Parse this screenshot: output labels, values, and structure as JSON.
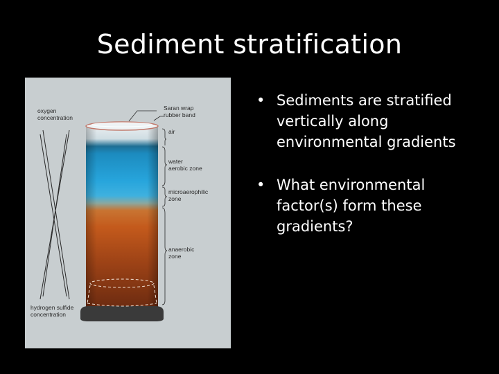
{
  "slide": {
    "title": "Sediment stratification"
  },
  "figure": {
    "labels": {
      "oxygen": "oxygen\nconcentration",
      "hydrogen_sulfide": "hydrogen sulfide\nconcentration",
      "saran_wrap": "Saran wrap\nrubber band",
      "air": "air",
      "water": "water\naerobic zone",
      "microaerophilic": "microaerophilic\nzone",
      "anaerobic": "anaerobic\nzone"
    },
    "colors": {
      "background": "#c8ced0",
      "water": "#1a9fd6",
      "sediment": "#c45a1c",
      "base": "#3a3a3a"
    }
  },
  "bullets": [
    {
      "marker": "•",
      "text": "Sediments are stratified vertically along environmental gradients"
    },
    {
      "marker": "•",
      "text": "What environmental factor(s) form these gradients?"
    }
  ]
}
